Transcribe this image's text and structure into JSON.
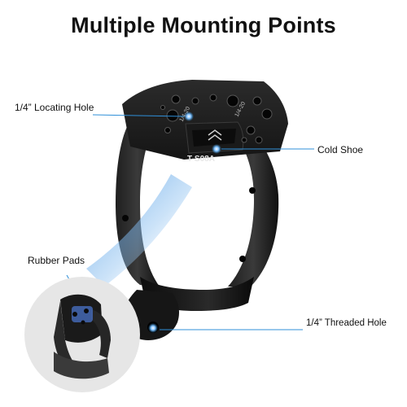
{
  "title": "Multiple Mounting Points",
  "labels": {
    "locating_hole": "1/4” Locating Hole",
    "cold_shoe": "Cold Shoe",
    "rubber_pads": "Rubber Pads",
    "threaded_hole": "1/4” Threaded Hole"
  },
  "product": {
    "model": "T-S08A",
    "engraving_left": "1/4-20",
    "engraving_right": "1/4-20"
  },
  "colors": {
    "accent": "#2f8fd8",
    "body": "#141414",
    "background": "#ffffff"
  }
}
